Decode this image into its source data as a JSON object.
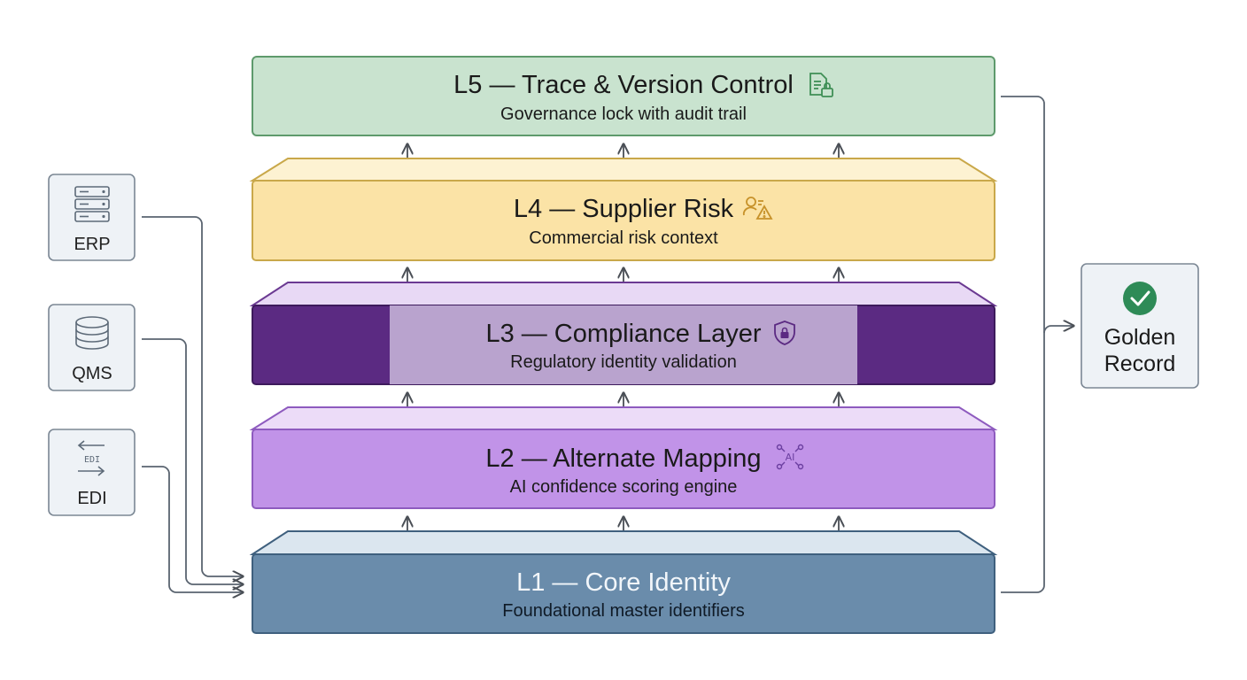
{
  "layers": [
    {
      "id": "l5",
      "title": "L5 — Trace & Version Control",
      "subtitle": "Governance lock with audit trail",
      "icon": "document-lock-icon",
      "color": "#c9e3cf"
    },
    {
      "id": "l4",
      "title": "L4 — Supplier Risk",
      "subtitle": "Commercial risk context",
      "icon": "user-warning-icon",
      "color": "#fbe3a6"
    },
    {
      "id": "l3",
      "title": "L3 — Compliance Layer",
      "subtitle": "Regulatory identity validation",
      "icon": "shield-lock-icon",
      "color": "#5b2a82"
    },
    {
      "id": "l2",
      "title": "L2 — Alternate Mapping",
      "subtitle": "AI confidence scoring engine",
      "icon": "ai-network-icon",
      "color": "#c193e8"
    },
    {
      "id": "l1",
      "title": "L1 — Core Identity",
      "subtitle": "Foundational master identifiers",
      "icon": "",
      "color": "#6a8cab"
    }
  ],
  "sources": [
    {
      "id": "erp",
      "label": "ERP",
      "icon": "server-rack-icon"
    },
    {
      "id": "qms",
      "label": "QMS",
      "icon": "database-icon"
    },
    {
      "id": "edi",
      "label": "EDI",
      "icon": "edi-exchange-icon",
      "icon_text": "EDI"
    }
  ],
  "golden": {
    "label_line1": "Golden",
    "label_line2": "Record",
    "icon": "check-circle-icon",
    "accent": "#2e8b57"
  }
}
